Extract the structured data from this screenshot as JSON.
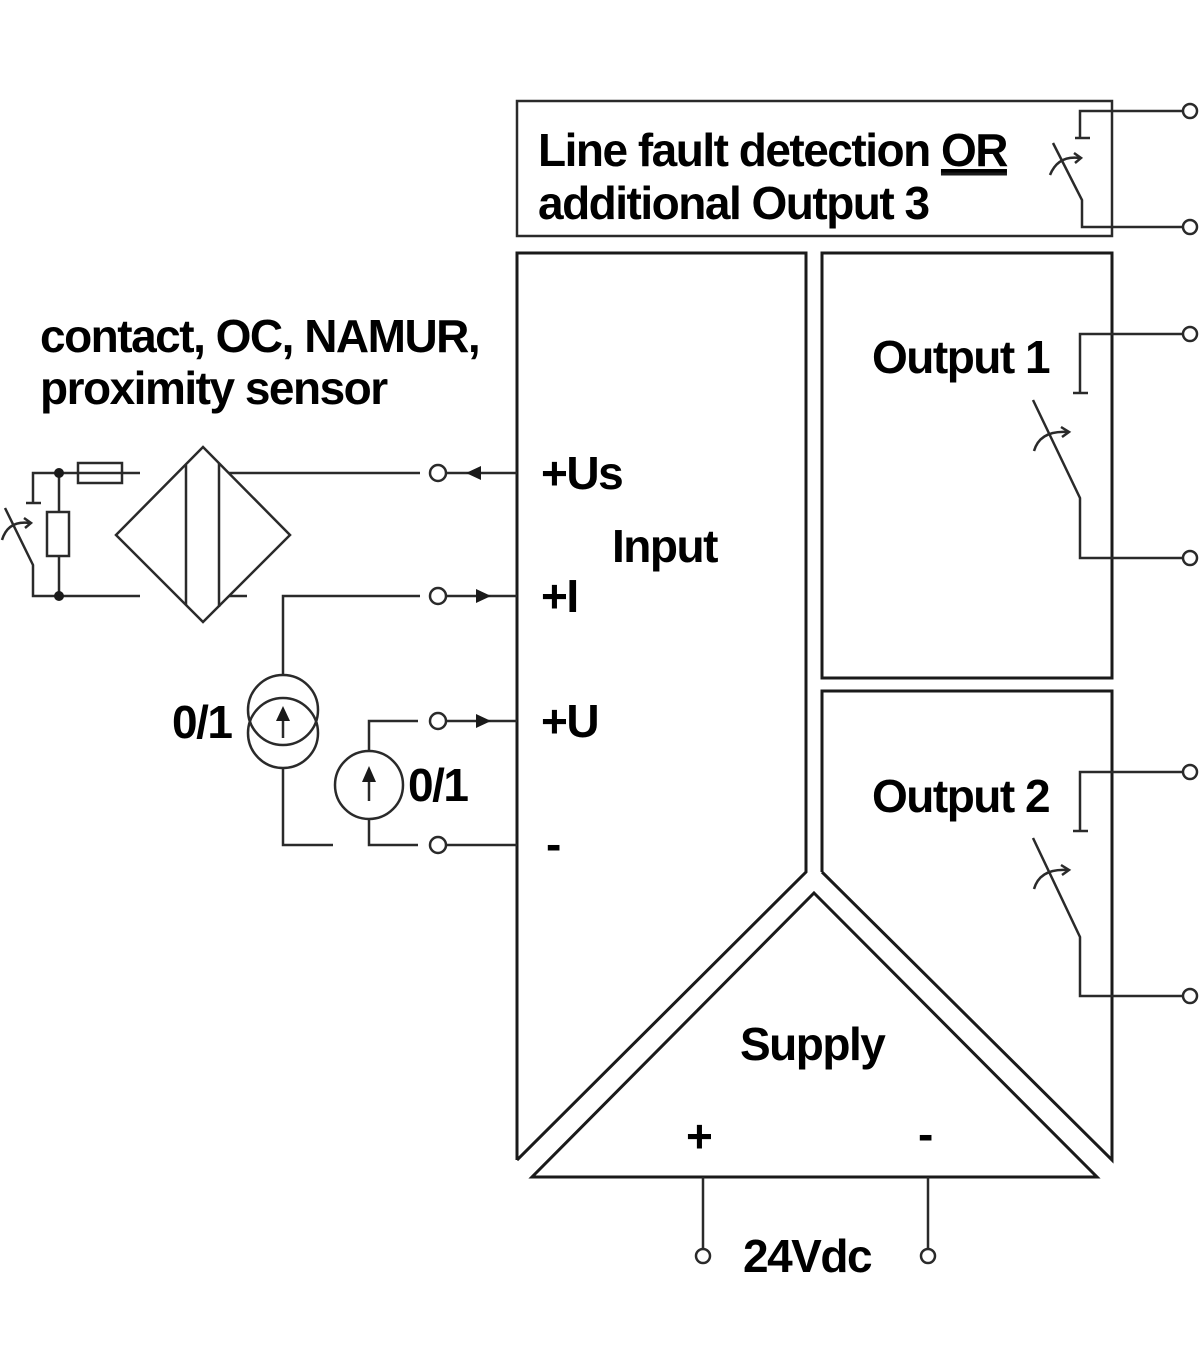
{
  "diagram": {
    "line_fault_box": {
      "line1_prefix": "Line fault detection ",
      "line1_emphasis": "OR",
      "line2": "additional Output 3"
    },
    "sensor_label": {
      "line1": "contact, OC, NAMUR,",
      "line2": "proximity sensor"
    },
    "input_block": {
      "title": "Input",
      "terminals": [
        "+Us",
        "+I",
        "+U",
        "-"
      ]
    },
    "current_source_label": "0/1",
    "voltage_source_label": "0/1",
    "output1": {
      "title": "Output 1"
    },
    "output2": {
      "title": "Output 2"
    },
    "supply": {
      "title": "Supply",
      "plus": "+",
      "minus": "-",
      "voltage": "24Vdc"
    },
    "colors": {
      "line": "#1a1a1a",
      "background": "#ffffff"
    }
  }
}
